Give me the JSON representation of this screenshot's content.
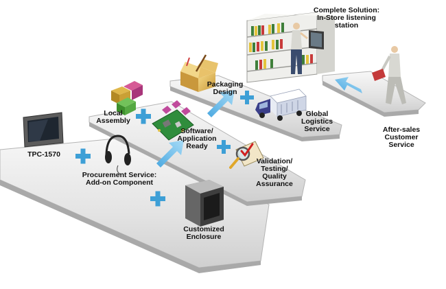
{
  "labels": {
    "tpc": "TPC-1570",
    "procurement": "Procurement Service:\nAdd-on Component",
    "enclosure": "Customized\nEnclosure",
    "local_assembly": "Local\nAssembly",
    "software": "Software/\nApplication\nReady",
    "validation": "Validation/\nTesting/\nQuality\nAssurance",
    "packaging": "Packaging\nDesign",
    "logistics": "Global\nLogistics\nService",
    "complete": "Complete Solution:\nIn-Store listening\nstation",
    "after_sales": "After-sales\nCustomer\nService"
  },
  "colors": {
    "path_light": "#efefef",
    "path_dark": "#a8a8a8",
    "plus": "#3d9fd6",
    "arrow": "#6bc0ee"
  }
}
